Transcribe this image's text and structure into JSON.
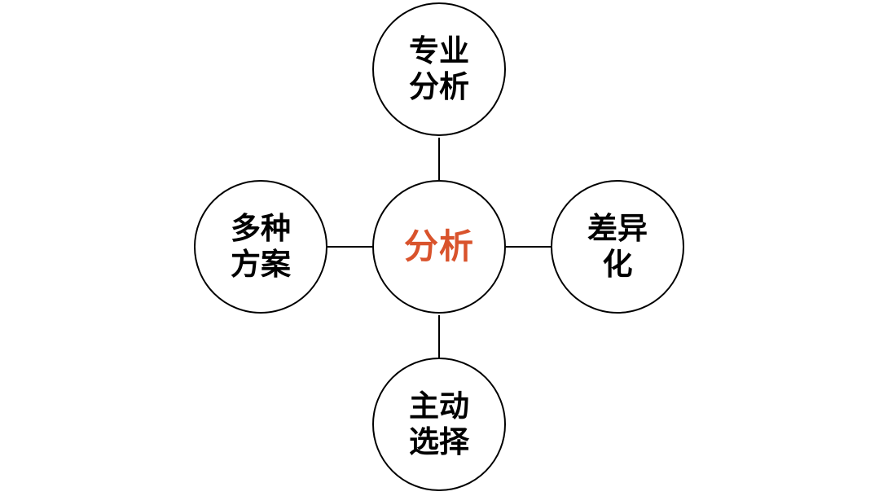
{
  "diagram": {
    "center": {
      "label": "分析",
      "color": "#D9532C"
    },
    "nodes": {
      "top": {
        "label": "专业分析"
      },
      "left": {
        "label": "多种方案"
      },
      "right": {
        "label": "差异化"
      },
      "bottom": {
        "label": "主动选择"
      }
    },
    "line_color": "#000000",
    "text_color": "#000000"
  }
}
